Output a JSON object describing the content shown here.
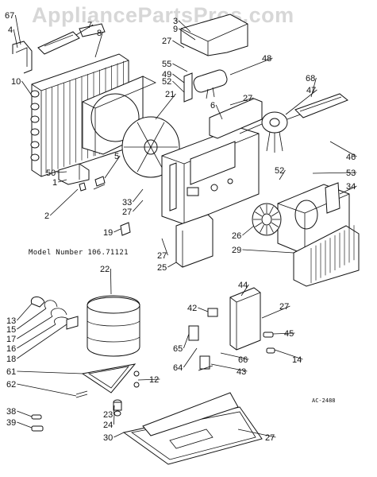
{
  "watermark": "AppliancePartsPros.com",
  "model_text": "Model Number 106.71121",
  "ref_code": "AC-2488",
  "callouts": [
    {
      "id": "c67a",
      "text": "67"
    },
    {
      "id": "c4",
      "text": "4"
    },
    {
      "id": "c7",
      "text": "7"
    },
    {
      "id": "c8",
      "text": "8"
    },
    {
      "id": "c10",
      "text": "10"
    },
    {
      "id": "c3",
      "text": "3"
    },
    {
      "id": "c9",
      "text": "9"
    },
    {
      "id": "c27a",
      "text": "27"
    },
    {
      "id": "c55",
      "text": "55"
    },
    {
      "id": "c49",
      "text": "49"
    },
    {
      "id": "c52a",
      "text": "52"
    },
    {
      "id": "c21",
      "text": "21"
    },
    {
      "id": "c48",
      "text": "48"
    },
    {
      "id": "c68",
      "text": "68"
    },
    {
      "id": "c47",
      "text": "47"
    },
    {
      "id": "c27b",
      "text": "27"
    },
    {
      "id": "c6",
      "text": "6"
    },
    {
      "id": "c46",
      "text": "46"
    },
    {
      "id": "c53",
      "text": "53"
    },
    {
      "id": "c34",
      "text": "34"
    },
    {
      "id": "c52b",
      "text": "52"
    },
    {
      "id": "c50",
      "text": "50"
    },
    {
      "id": "c1",
      "text": "1"
    },
    {
      "id": "c5",
      "text": "5"
    },
    {
      "id": "c2",
      "text": "2"
    },
    {
      "id": "c33",
      "text": "33"
    },
    {
      "id": "c27c",
      "text": "27"
    },
    {
      "id": "c19",
      "text": "19"
    },
    {
      "id": "c27d",
      "text": "27"
    },
    {
      "id": "c25",
      "text": "25"
    },
    {
      "id": "c26",
      "text": "26"
    },
    {
      "id": "c29",
      "text": "29"
    },
    {
      "id": "c22",
      "text": "22"
    },
    {
      "id": "c13",
      "text": "13"
    },
    {
      "id": "c15",
      "text": "15"
    },
    {
      "id": "c17",
      "text": "17"
    },
    {
      "id": "c16",
      "text": "16"
    },
    {
      "id": "c18",
      "text": "18"
    },
    {
      "id": "c61",
      "text": "61"
    },
    {
      "id": "c62",
      "text": "62"
    },
    {
      "id": "c12",
      "text": "12"
    },
    {
      "id": "c23",
      "text": "23"
    },
    {
      "id": "c24",
      "text": "24"
    },
    {
      "id": "c30",
      "text": "30"
    },
    {
      "id": "c38",
      "text": "38"
    },
    {
      "id": "c39",
      "text": "39"
    },
    {
      "id": "c44",
      "text": "44"
    },
    {
      "id": "c42",
      "text": "42"
    },
    {
      "id": "c27e",
      "text": "27"
    },
    {
      "id": "c45",
      "text": "45"
    },
    {
      "id": "c65",
      "text": "65"
    },
    {
      "id": "c64",
      "text": "64"
    },
    {
      "id": "c66",
      "text": "66"
    },
    {
      "id": "c43",
      "text": "43"
    },
    {
      "id": "c14",
      "text": "14"
    },
    {
      "id": "c27f",
      "text": "27"
    }
  ]
}
